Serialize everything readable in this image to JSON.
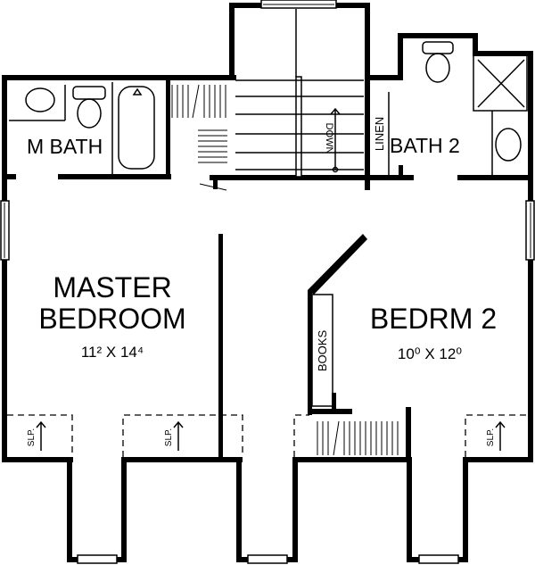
{
  "rooms": {
    "master_bedroom": {
      "line1": "MASTER",
      "line2": "BEDROOM",
      "dims": "11² X 14⁴"
    },
    "bedroom2": {
      "name": "BEDRM 2",
      "dims": "10⁰ X 12⁰"
    },
    "master_bath": {
      "name": "M BATH"
    },
    "bath2": {
      "name": "BATH 2"
    }
  },
  "labels": {
    "linen": "LINEN",
    "stairs": "DOWN",
    "books": "BOOKS",
    "sloped": "SLP."
  }
}
